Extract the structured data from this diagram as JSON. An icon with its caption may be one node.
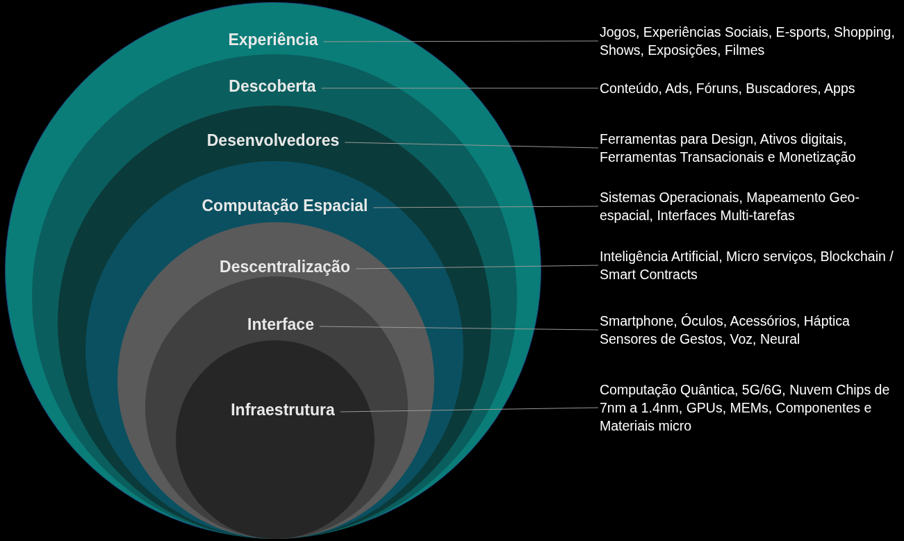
{
  "diagram": {
    "nodes": [
      {
        "text": [
          "Experiência"
        ]
      },
      {
        "text": [
          "Descoberta"
        ],
        "in": 0
      },
      {
        "text": [
          "Desenvolvedores"
        ],
        "in": 1
      },
      {
        "text": [
          "Computação Espacial"
        ],
        "in": 2
      },
      {
        "text": [
          "Descentralização"
        ],
        "in": 3
      },
      {
        "text": [
          "Interface"
        ],
        "in": 4
      },
      {
        "text": [
          "Infraestrutura"
        ],
        "in": 5
      },
      {
        "text": [
          "Jogos, Experiências Sociais, E-sports, Shopping, Shows, Exposições, Filmes"
        ]
      },
      {
        "text": [
          "Conteúdo, Ads, Fóruns, Buscadores, Apps"
        ]
      },
      {
        "text": [
          "Ferramentas para Design, Ativos digitais, Ferramentas Transacionais e Monetização"
        ]
      },
      {
        "text": [
          "Sistemas Operacionais, Mapeamento Geo-espacial, Interfaces Multi-tarefas"
        ]
      },
      {
        "text": [
          "Inteligência Artificial, Micro serviços, Blockchain / Smart Contracts"
        ]
      },
      {
        "text": [
          "Smartphone, Óculos, Acessórios, Háptica Sensores de Gestos, Voz, Neural"
        ]
      },
      {
        "text": [
          "Computação Quântica, 5G/6G, Nuvem Chips de 7nm a 1.4nm, GPUs, MEMs, Componentes e Materiais micro"
        ]
      }
    ],
    "edges": [
      {
        "from": 0,
        "to": 7,
        "arrow": "none"
      },
      {
        "from": 1,
        "to": 8,
        "arrow": "none"
      },
      {
        "from": 2,
        "to": 9,
        "arrow": "none"
      },
      {
        "from": 3,
        "to": 10,
        "arrow": "none"
      },
      {
        "from": 4,
        "to": 11,
        "arrow": "none"
      },
      {
        "from": 5,
        "to": 12,
        "arrow": "none"
      },
      {
        "from": 6,
        "to": 13,
        "arrow": "none"
      }
    ]
  }
}
